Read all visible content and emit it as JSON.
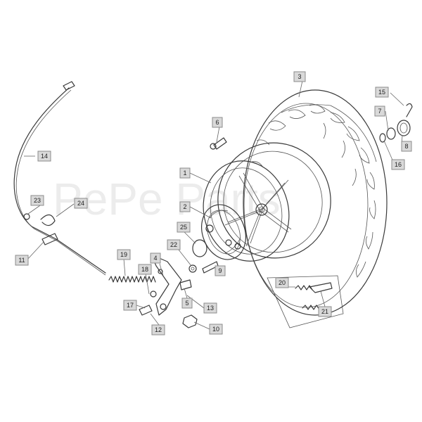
{
  "watermark": "PePe Parts",
  "callouts": [
    {
      "num": "1"
    },
    {
      "num": "2"
    },
    {
      "num": "3"
    },
    {
      "num": "4"
    },
    {
      "num": "5"
    },
    {
      "num": "6"
    },
    {
      "num": "7"
    },
    {
      "num": "8"
    },
    {
      "num": "9"
    },
    {
      "num": "10"
    },
    {
      "num": "11"
    },
    {
      "num": "12"
    },
    {
      "num": "13"
    },
    {
      "num": "14"
    },
    {
      "num": "15"
    },
    {
      "num": "16"
    },
    {
      "num": "17"
    },
    {
      "num": "18"
    },
    {
      "num": "19"
    },
    {
      "num": "20"
    },
    {
      "num": "21"
    },
    {
      "num": "22"
    },
    {
      "num": "23"
    },
    {
      "num": "24"
    },
    {
      "num": "25"
    }
  ]
}
